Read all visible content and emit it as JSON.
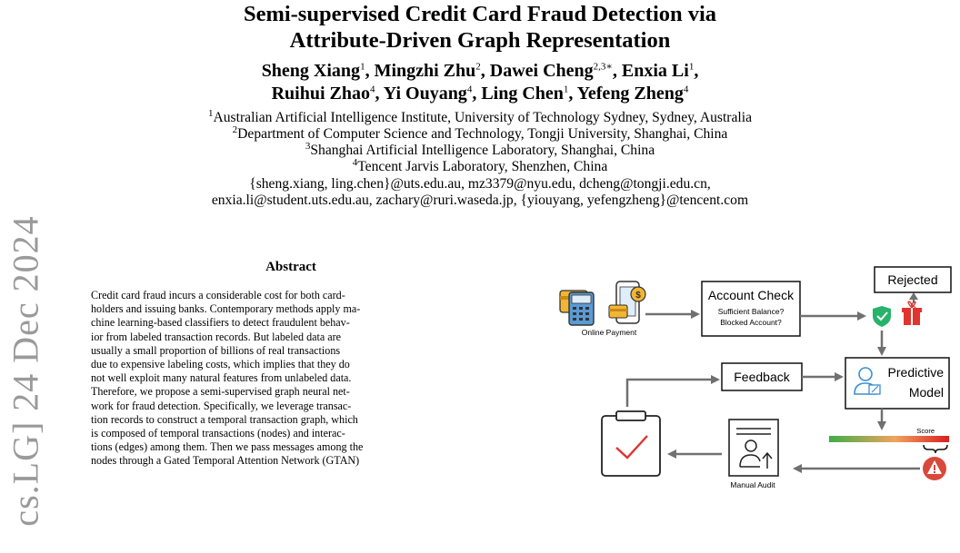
{
  "arxiv_stamp": "cs.LG] 24 Dec 2024",
  "title_lines": [
    "Semi-supervised Credit Card Fraud Detection via",
    "Attribute-Driven Graph Representation"
  ],
  "authors": {
    "line1": [
      {
        "name": "Sheng Xiang",
        "aff": "1",
        "sep": ", "
      },
      {
        "name": "Mingzhi Zhu",
        "aff": "2",
        "sep": ", "
      },
      {
        "name": "Dawei Cheng",
        "aff": "2,3∗",
        "sep": ", "
      },
      {
        "name": "Enxia Li",
        "aff": "1",
        "sep": ","
      }
    ],
    "line2": [
      {
        "name": "Ruihui Zhao",
        "aff": "4",
        "sep": ", "
      },
      {
        "name": "Yi Ouyang",
        "aff": "4",
        "sep": ", "
      },
      {
        "name": "Ling Chen",
        "aff": "1",
        "sep": ", "
      },
      {
        "name": "Yefeng Zheng",
        "aff": "4",
        "sep": ""
      }
    ]
  },
  "affiliations": [
    {
      "num": "1",
      "text": "Australian Artificial Intelligence Institute, University of Technology Sydney, Sydney, Australia"
    },
    {
      "num": "2",
      "text": "Department of Computer Science and Technology, Tongji University, Shanghai, China"
    },
    {
      "num": "3",
      "text": "Shanghai Artificial Intelligence Laboratory, Shanghai, China"
    },
    {
      "num": "4",
      "text": "Tencent Jarvis Laboratory, Shenzhen, China"
    }
  ],
  "emails": [
    "{sheng.xiang, ling.chen}@uts.edu.au, mz3379@nyu.edu, dcheng@tongji.edu.cn,",
    "enxia.li@student.uts.edu.au, zachary@ruri.waseda.jp, {yiouyang, yefengzheng}@tencent.com"
  ],
  "abstract": {
    "heading": "Abstract",
    "lines": [
      "Credit card fraud incurs a considerable cost for both card-",
      "holders and issuing banks. Contemporary methods apply ma-",
      "chine learning-based classifiers to detect fraudulent behav-",
      "ior from labeled transaction records. But labeled data are",
      "usually a small proportion of billions of real transactions",
      "due to expensive labeling costs, which implies that they do",
      "not well exploit many natural features from unlabeled data.",
      "Therefore, we propose a semi-supervised graph neural net-",
      "work for fraud detection. Specifically, we leverage transac-",
      "tion records to construct a temporal transaction graph, which",
      "is composed of temporal transactions (nodes) and interac-",
      "tions (edges) among them. Then we pass messages among the",
      "nodes through a Gated Temporal Attention Network (GTAN)"
    ]
  },
  "figure": {
    "online_payment": "Online Payment",
    "account_check": {
      "title": "Account Check",
      "line1": "Sufficient Balance?",
      "line2": "Blocked Account?"
    },
    "rejected": "Rejected",
    "feedback": "Feedback",
    "predictive_model": {
      "line1": "Predictive",
      "line2": "Model"
    },
    "score": "Score",
    "manual_audit": "Manual Audit",
    "colors": {
      "ok_green": "#27b36a",
      "reject_red": "#e0342e",
      "warn_red": "#d9483b",
      "card_yellow": "#f2b632",
      "pos_blue": "#5a9bd5",
      "arrow_gray": "#707070"
    }
  }
}
